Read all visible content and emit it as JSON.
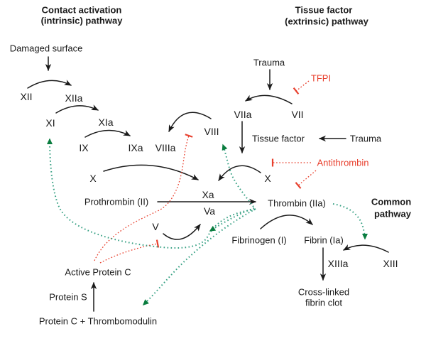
{
  "title": "Coagulation cascade diagram",
  "colors": {
    "text": "#1a1a1a",
    "inhibitor_red": "#e8402e",
    "feedback_green": "#36a083",
    "feedback_arrowhead_green": "#0a7d3f"
  },
  "labels": {
    "header_intrinsic_1": "Contact activation",
    "header_intrinsic_2": "(intrinsic) pathway",
    "header_extrinsic_1": "Tissue factor",
    "header_extrinsic_2": "(extrinsic) pathway",
    "damaged_surface": "Damaged surface",
    "xii": "XII",
    "xiia": "XIIa",
    "xi": "XI",
    "xia": "XIa",
    "ix": "IX",
    "ixa": "IXa",
    "viiia": "VIIIa",
    "viii": "VIII",
    "trauma_top": "Trauma",
    "tfpi": "TFPI",
    "viia": "VIIa",
    "vii": "VII",
    "tissue_factor": "Tissue factor",
    "trauma_right": "Trauma",
    "antithrombin": "Antithrombin",
    "x_right": "X",
    "x_left": "X",
    "xa": "Xa",
    "prothrombin": "Prothrombin (II)",
    "thrombin": "Thrombin (IIa)",
    "common_1": "Common",
    "common_2": "pathway",
    "va": "Va",
    "v": "V",
    "fibrinogen": "Fibrinogen (I)",
    "fibrin": "Fibrin (Ia)",
    "xiiia": "XIIIa",
    "xiii": "XIII",
    "crosslinked_1": "Cross-linked",
    "crosslinked_2": "fibrin clot",
    "active_protein_c": "Active Protein C",
    "protein_s": "Protein S",
    "protein_c_thrombomodulin": "Protein C + Thrombomodulin"
  },
  "edges": {
    "activation_black": [
      {
        "from": "Damaged surface",
        "to": "XII"
      },
      {
        "from": "XII",
        "to": "XIIa"
      },
      {
        "from": "XI",
        "to": "XIa"
      },
      {
        "from": "IX",
        "to": "IXa"
      },
      {
        "from": "VIII",
        "to": "VIIIa"
      },
      {
        "from": "Trauma",
        "to": "VII"
      },
      {
        "from": "VII",
        "to": "VIIa"
      },
      {
        "from": "Trauma",
        "to": "Tissue factor"
      },
      {
        "from": "VIIa",
        "to": "X"
      },
      {
        "from": "X (intrinsic)",
        "to": "Xa"
      },
      {
        "from": "X (extrinsic)",
        "to": "Xa"
      },
      {
        "from": "Prothrombin (II)",
        "to": "Thrombin (IIa)"
      },
      {
        "from": "V",
        "to": "Va"
      },
      {
        "from": "Fibrinogen (I)",
        "to": "Fibrin (Ia)"
      },
      {
        "from": "XIII",
        "to": "XIIIa"
      },
      {
        "from": "Fibrin (Ia)",
        "to": "Cross-linked fibrin clot"
      },
      {
        "from": "Protein C + Thrombomodulin",
        "to": "Active Protein C"
      }
    ],
    "inhibition_red": [
      {
        "from": "TFPI",
        "to": "VII"
      },
      {
        "from": "Antithrombin",
        "to": "Xa"
      },
      {
        "from": "Antithrombin",
        "to": "Thrombin (IIa)"
      },
      {
        "from": "Active Protein C",
        "to": "VIIIa"
      },
      {
        "from": "Active Protein C",
        "to": "Va"
      }
    ],
    "feedback_green": [
      {
        "from": "Thrombin (IIa)",
        "to": "XI"
      },
      {
        "from": "Thrombin (IIa)",
        "to": "VIII"
      },
      {
        "from": "Thrombin (IIa)",
        "to": "V"
      },
      {
        "from": "Thrombin (IIa)",
        "to": "XIII"
      },
      {
        "from": "Thrombin (IIa)",
        "to": "Protein C + Thrombomodulin"
      }
    ]
  }
}
